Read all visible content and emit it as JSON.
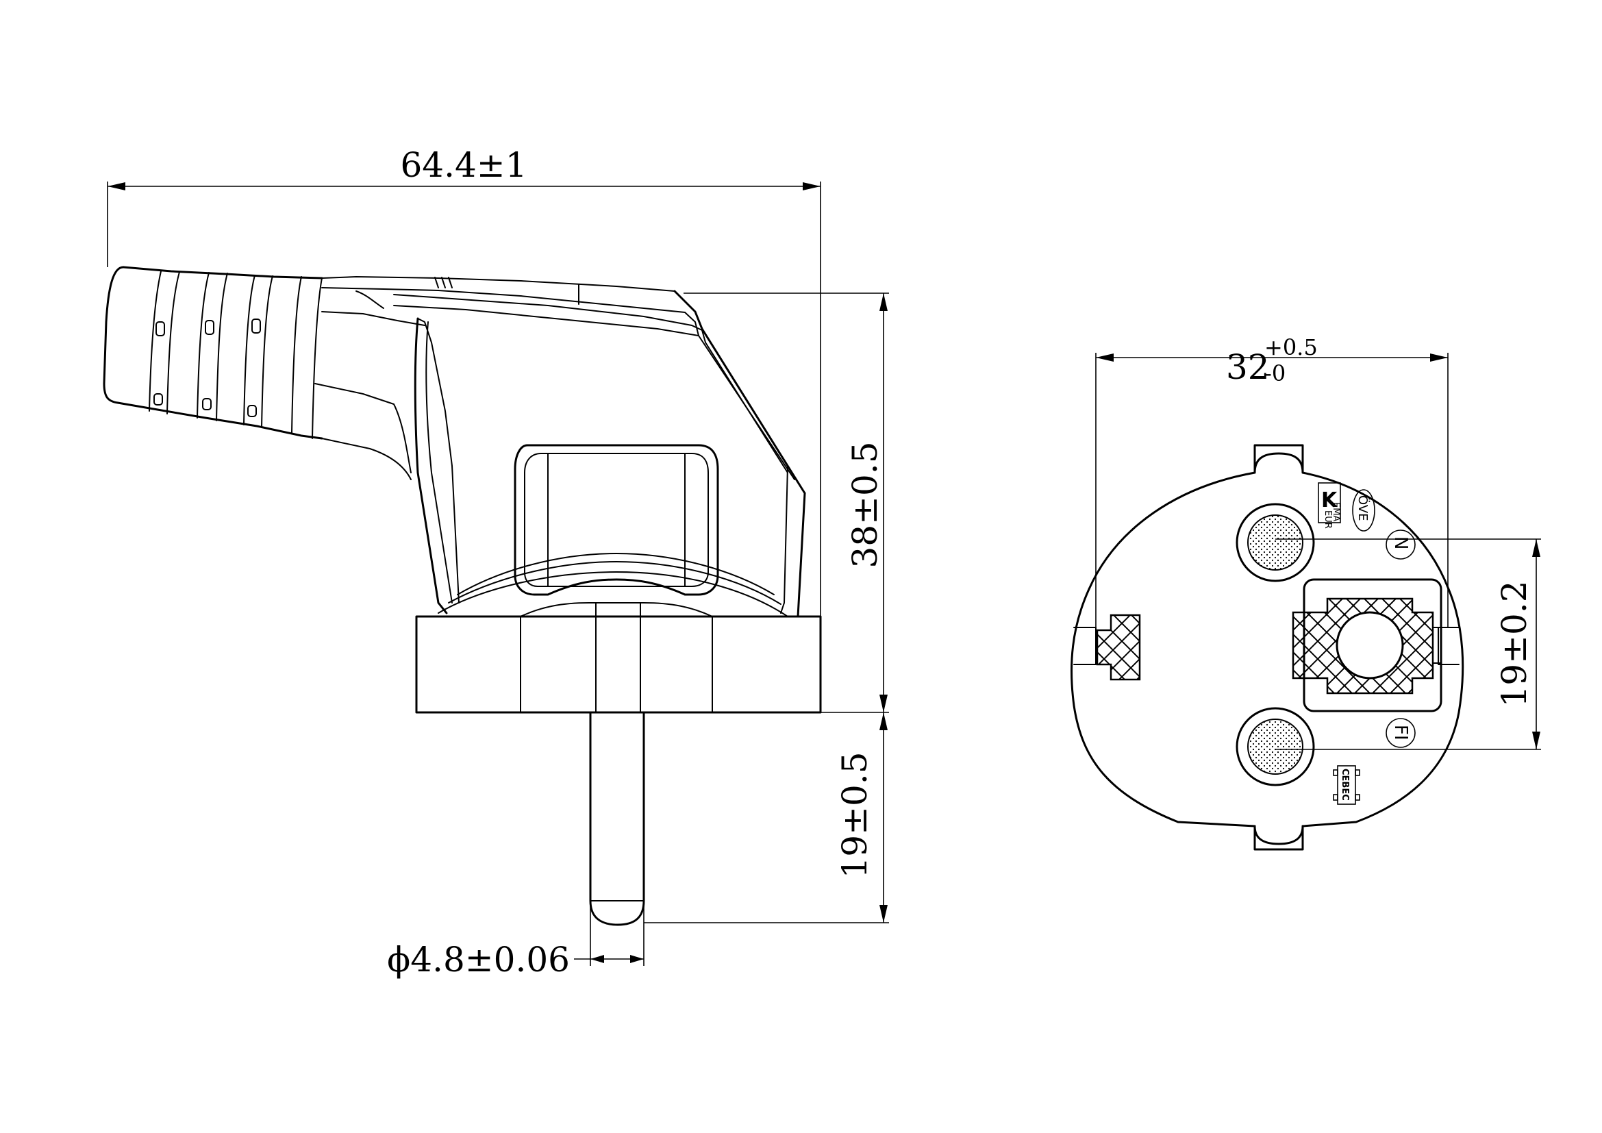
{
  "side_view": {
    "dim_overall_length": "64.4±1",
    "dim_body_height": "38±0.5",
    "dim_pin_length": "19±0.5",
    "dim_pin_diameter": "ϕ4.8±0.06"
  },
  "front_view": {
    "dim_diameter_base": "32",
    "dim_diameter_upper_tol": "+0.5",
    "dim_diameter_lower_tol": "-0",
    "dim_pin_spacing": "19±0.2",
    "mark_n": "N",
    "mark_fi": "FI",
    "mark_ove": "ÖVE",
    "mark_k": "K",
    "mark_kema_1": "EMA",
    "mark_kema_2": "EUR",
    "mark_cebec": "CEBEC"
  }
}
